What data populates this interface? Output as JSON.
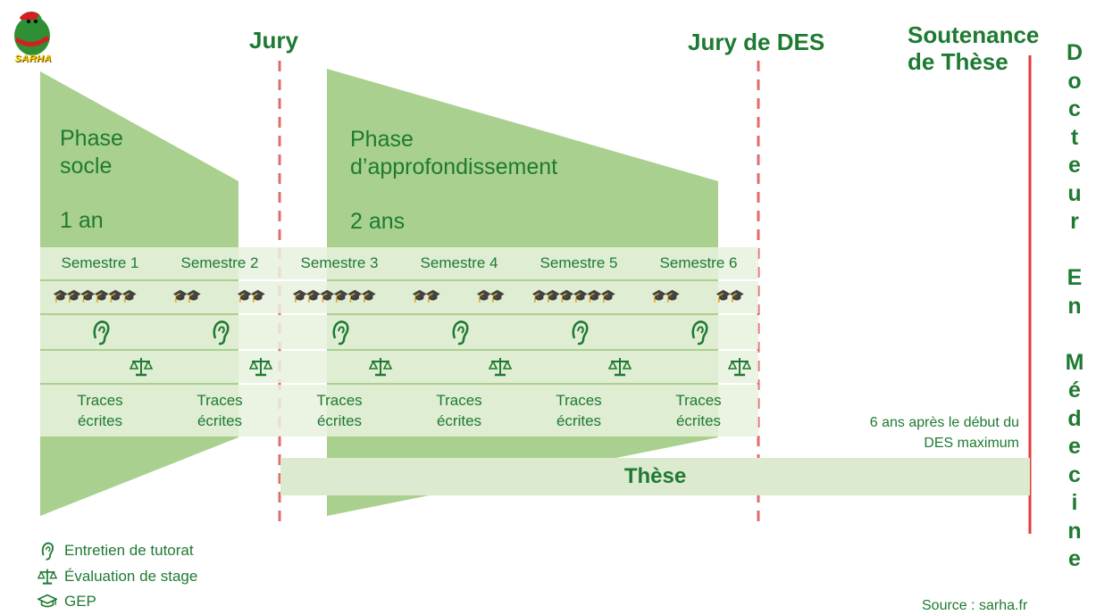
{
  "logo": {
    "text": "SARHA"
  },
  "milestones": {
    "jury": "Jury",
    "jury_des": "Jury de DES",
    "soutenance_line1": "Soutenance",
    "soutenance_line2": "de Thèse"
  },
  "phases": {
    "socle": {
      "line1": "Phase",
      "line2": "socle",
      "duration": "1 an"
    },
    "approfondissement": {
      "line1": "Phase",
      "line2": "d’approfondissement",
      "duration": "2 ans"
    }
  },
  "semesters": [
    {
      "label": "Semestre 1",
      "gep": [
        "🎓🎓🎓🎓🎓🎓"
      ],
      "traces_line1": "Traces",
      "traces_line2": "écrites"
    },
    {
      "label": "Semestre 2",
      "gep": [
        "🎓🎓",
        "🎓🎓"
      ],
      "traces_line1": "Traces",
      "traces_line2": "écrites"
    },
    {
      "label": "Semestre 3",
      "gep": [
        "🎓🎓🎓🎓🎓🎓"
      ],
      "traces_line1": "Traces",
      "traces_line2": "écrites"
    },
    {
      "label": "Semestre 4",
      "gep": [
        "🎓🎓",
        "🎓🎓"
      ],
      "traces_line1": "Traces",
      "traces_line2": "écrites"
    },
    {
      "label": "Semestre 5",
      "gep": [
        "🎓🎓🎓🎓🎓🎓"
      ],
      "traces_line1": "Traces",
      "traces_line2": "écrites"
    },
    {
      "label": "Semestre 6",
      "gep": [
        "🎓🎓",
        "🎓🎓"
      ],
      "traces_line1": "Traces",
      "traces_line2": "écrites"
    }
  ],
  "note": {
    "line1": "6 ans après le début du",
    "line2": "DES maximum"
  },
  "these": "Thèse",
  "vertical_title_words": [
    "Docteur",
    "En",
    "Médecine"
  ],
  "legend": {
    "tutorat": "Entretien de tutorat",
    "evaluation": "Évaluation de stage",
    "gep": "GEP"
  },
  "source": "Source : sarha.fr",
  "colors": {
    "dark_green": "#1e7a32",
    "phase_green": "#a9d08e",
    "cell_green": "#e8f1de",
    "these_bar": "#dcebd0",
    "jury_dash": "#e06d6d",
    "soutenance_line": "#e23b3b"
  },
  "icons": {
    "tutorat": "ear-icon",
    "evaluation": "scale-icon",
    "gep": "graduation-cap-icon"
  }
}
